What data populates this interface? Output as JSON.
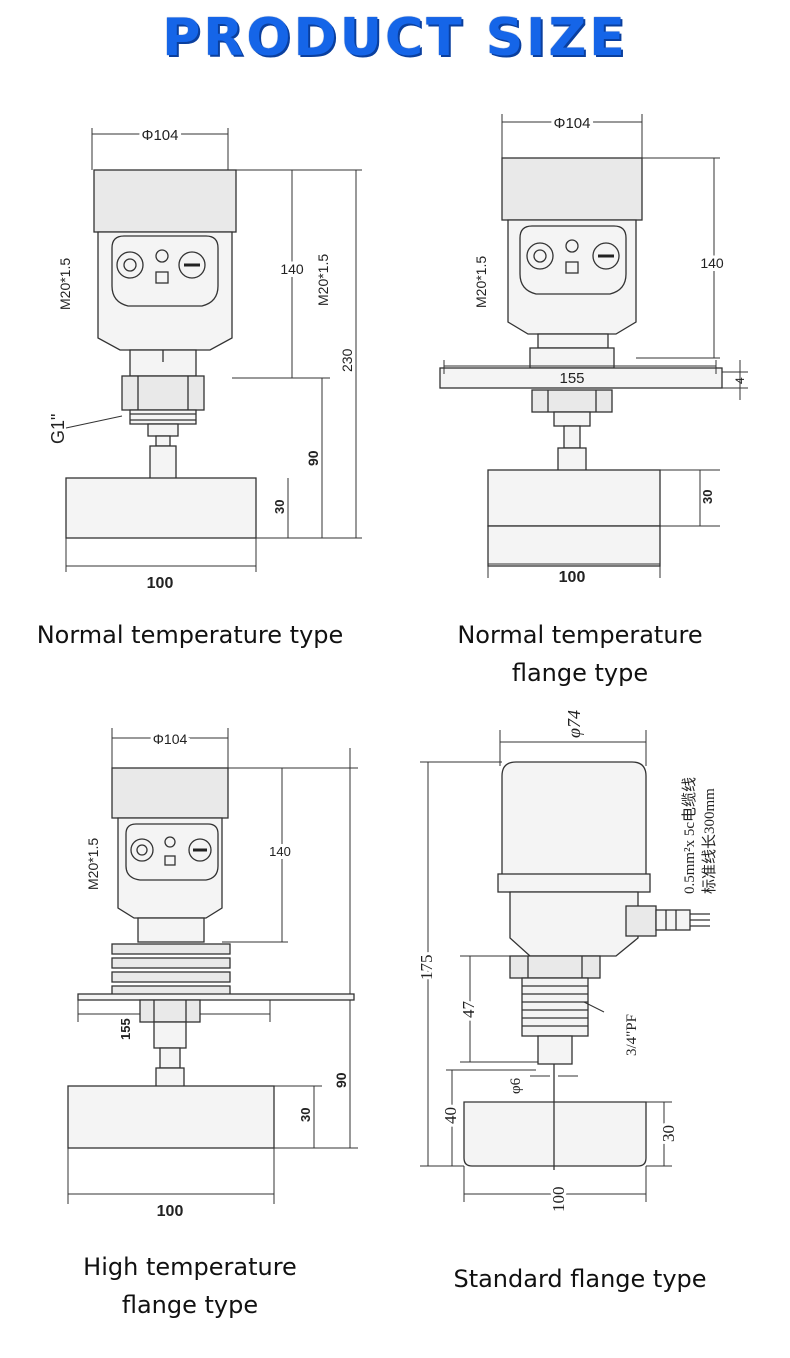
{
  "title": "PRODUCT SIZE",
  "diagrams": [
    {
      "caption_lines": [
        "Normal temperature type"
      ],
      "labels": {
        "dia": "Φ104",
        "thread": "M20*1.5",
        "h140": "140",
        "thread2": "M20*1.5",
        "h230": "230",
        "h90": "90",
        "conn": "G1\"",
        "h30": "30",
        "w100": "100"
      }
    },
    {
      "caption_lines": [
        "Normal temperature",
        "flange type"
      ],
      "labels": {
        "dia": "Φ104",
        "thread": "M20*1.5",
        "h140": "140",
        "flange": "155",
        "t4": "4",
        "h30": "30",
        "w100": "100"
      }
    },
    {
      "caption_lines": [
        "High temperature",
        "flange type"
      ],
      "labels": {
        "dia": "Φ104",
        "thread": "M20*1.5",
        "h140": "140",
        "flange": "155",
        "h90": "90",
        "h30": "30",
        "w100": "100"
      }
    },
    {
      "caption_lines": [
        "Standard flange type"
      ],
      "labels": {
        "dia": "φ74",
        "cable1": "0.5mm²x 5c电缆线",
        "cable2": "标准线长300mm",
        "h175": "175",
        "h47": "47",
        "thread": "3/4\"PF",
        "shaft": "φ6",
        "h40": "40",
        "h30": "30",
        "w100": "100"
      }
    }
  ]
}
